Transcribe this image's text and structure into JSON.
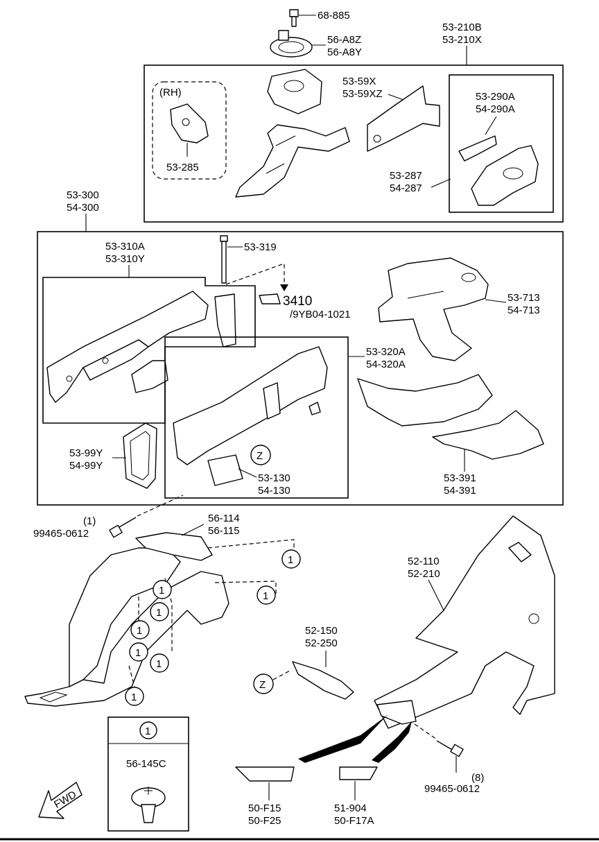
{
  "parts": {
    "p68885": "68-885",
    "p56a8z": "56-A8Z",
    "p56a8y": "56-A8Y",
    "p53210b": "53-210B",
    "p53210x": "53-210X",
    "rh": "(RH)",
    "p53285": "53-285",
    "p5359x": "53-59X",
    "p5359xz": "53-59XZ",
    "p53290a": "53-290A",
    "p54290a": "54-290A",
    "p53287": "53-287",
    "p54287": "54-287",
    "p53300": "53-300",
    "p54300": "54-300",
    "p53310a": "53-310A",
    "p53310y": "53-310Y",
    "p53319": "53-319",
    "ref3410": "3410",
    "ref3410sub": "/9YB04-1021",
    "p53713": "53-713",
    "p54713": "54-713",
    "p53320a": "53-320A",
    "p54320a": "54-320A",
    "p5399y": "53-99Y",
    "p5499y": "54-99Y",
    "z1": "Z",
    "p53130": "53-130",
    "p54130": "54-130",
    "p53391": "53-391",
    "p54391": "54-391",
    "qty1": "(1)",
    "bolt1": "99465-0612",
    "p56114": "56-114",
    "p56115": "56-115",
    "p52110": "52-110",
    "p52210": "52-210",
    "p52150": "52-150",
    "p52250": "52-250",
    "z2": "Z",
    "callout1": "1",
    "legend_num": "1",
    "legend_part": "56-145C",
    "fwd": "FWD",
    "qty8": "(8)",
    "bolt2": "99465-0612",
    "p50f15": "50-F15",
    "p50f25": "50-F25",
    "p51904": "51-904",
    "p50f17a": "50-F17A"
  }
}
